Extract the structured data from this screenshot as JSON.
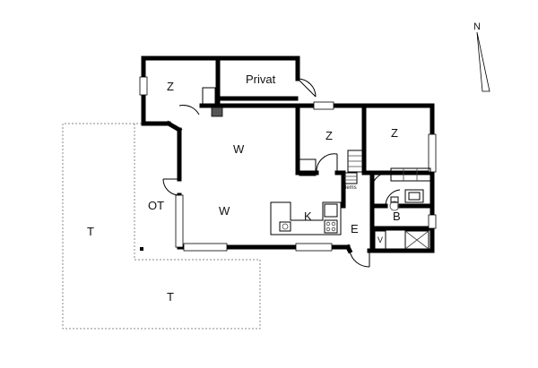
{
  "north": {
    "label": "N"
  },
  "rooms": {
    "bedroom_top_left": "Z",
    "private": "Privat",
    "bedroom_middle": "Z",
    "bedroom_right": "Z",
    "living_top": "W",
    "living_bottom": "W",
    "outdoor_covered": "OT",
    "kitchen": "K",
    "entrance": "E",
    "bathroom": "B",
    "utility": "V",
    "terrace_left": "T",
    "terrace_bottom": "T"
  },
  "labels": {
    "hems": "Hems"
  },
  "colors": {
    "wall": "#000000",
    "terrace_outline": "#888888"
  }
}
